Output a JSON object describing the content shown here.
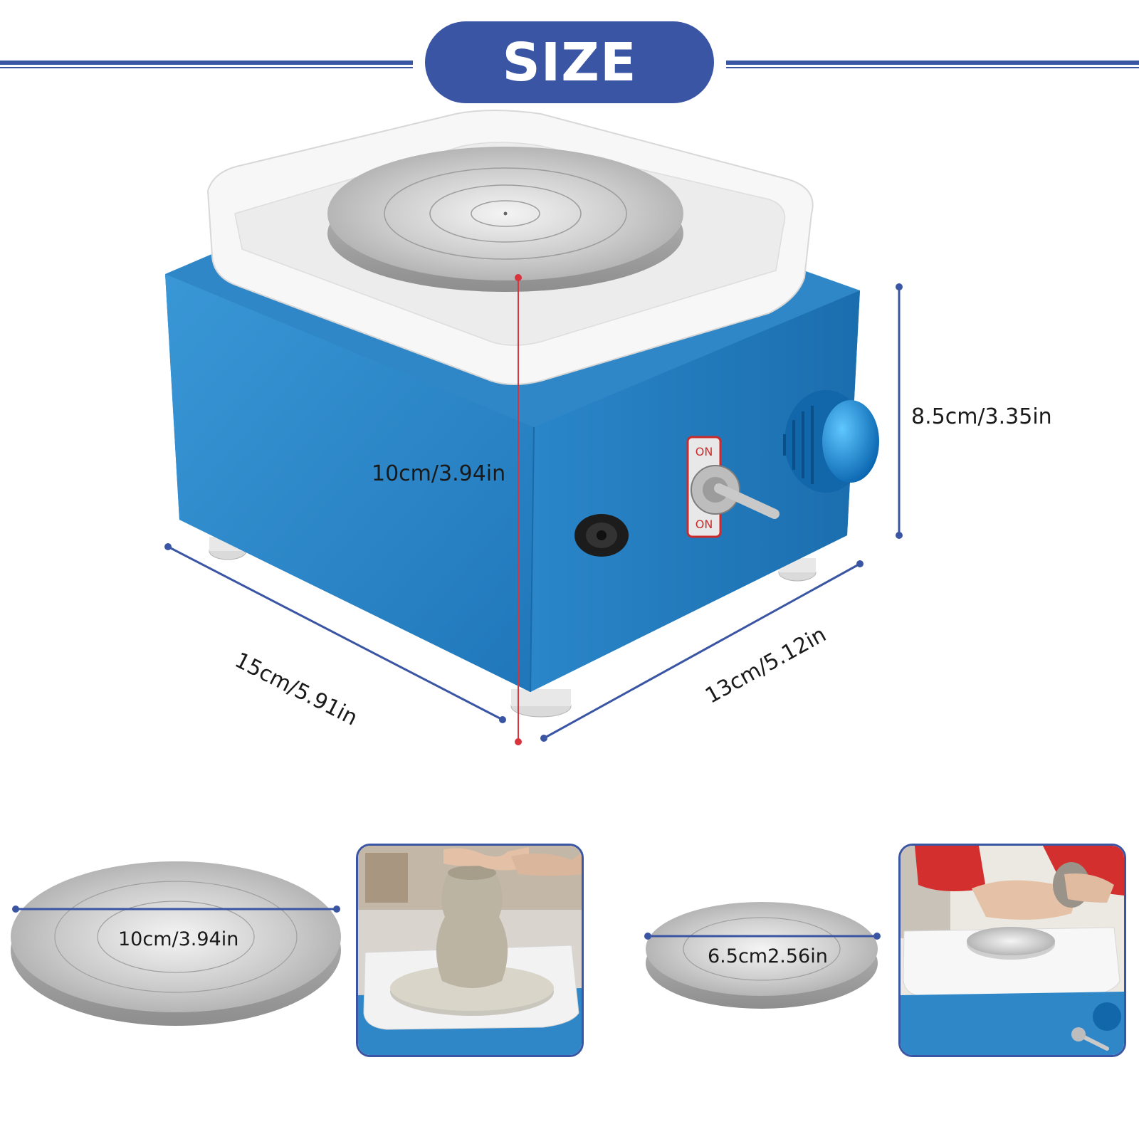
{
  "header": {
    "title": "SIZE",
    "accent_color": "#3a55a3"
  },
  "product": {
    "body_color": "#2f87c8",
    "switch_labels": {
      "on_top": "ON",
      "on_bottom": "ON"
    },
    "icons": [
      "speed-knob-icon",
      "toggle-switch-icon",
      "power-jack-icon"
    ]
  },
  "dimensions": {
    "height_center": "10cm/3.94in",
    "height_side": "8.5cm/3.35in",
    "width": "15cm/5.91in",
    "depth": "13cm/5.12in"
  },
  "accessories": {
    "large_plate": "10cm/3.94in",
    "small_plate": "6.5cm2.56in"
  }
}
